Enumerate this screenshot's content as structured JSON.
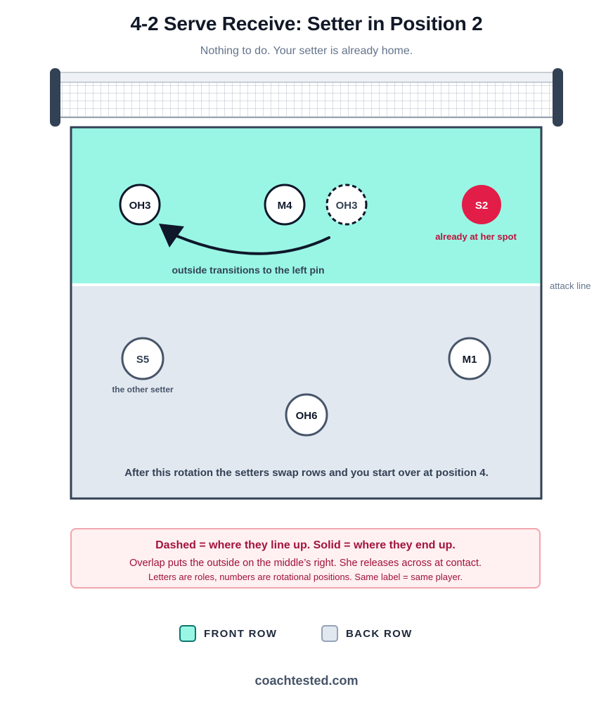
{
  "header": {
    "title": "4-2 Serve Receive: Setter in Position 2",
    "subtitle": "Nothing to do. Your setter is already home."
  },
  "court": {
    "attack_line_label": "attack line",
    "front_row_color": "#99f6e4",
    "back_row_color": "#e2e8f0",
    "players": [
      {
        "id": "oh3-final",
        "label": "OH3",
        "style": "solid"
      },
      {
        "id": "m4",
        "label": "M4",
        "style": "solid"
      },
      {
        "id": "oh3-start",
        "label": "OH3",
        "style": "dashed"
      },
      {
        "id": "s2",
        "label": "S2",
        "style": "setter",
        "color": "#e11d48"
      },
      {
        "id": "s5",
        "label": "S5",
        "style": "back"
      },
      {
        "id": "m1",
        "label": "M1",
        "style": "solid"
      },
      {
        "id": "oh6",
        "label": "OH6",
        "style": "solid"
      }
    ],
    "annotations": {
      "s2_note": "already at her spot",
      "arrow_note": "outside transitions to the left pin",
      "s5_note": "the other setter",
      "rotation_note": "After this rotation the setters swap rows and you start over at position 4."
    }
  },
  "callout": {
    "heading": "Dashed = where they line up. Solid = where they end up.",
    "line1": "Overlap puts the outside on the middle’s right. She releases across at contact.",
    "line2": "Letters are roles, numbers are rotational positions. Same label = same player."
  },
  "legend": {
    "front_label": "FRONT ROW",
    "back_label": "BACK ROW"
  },
  "footer": {
    "site": "coachtested.com"
  }
}
